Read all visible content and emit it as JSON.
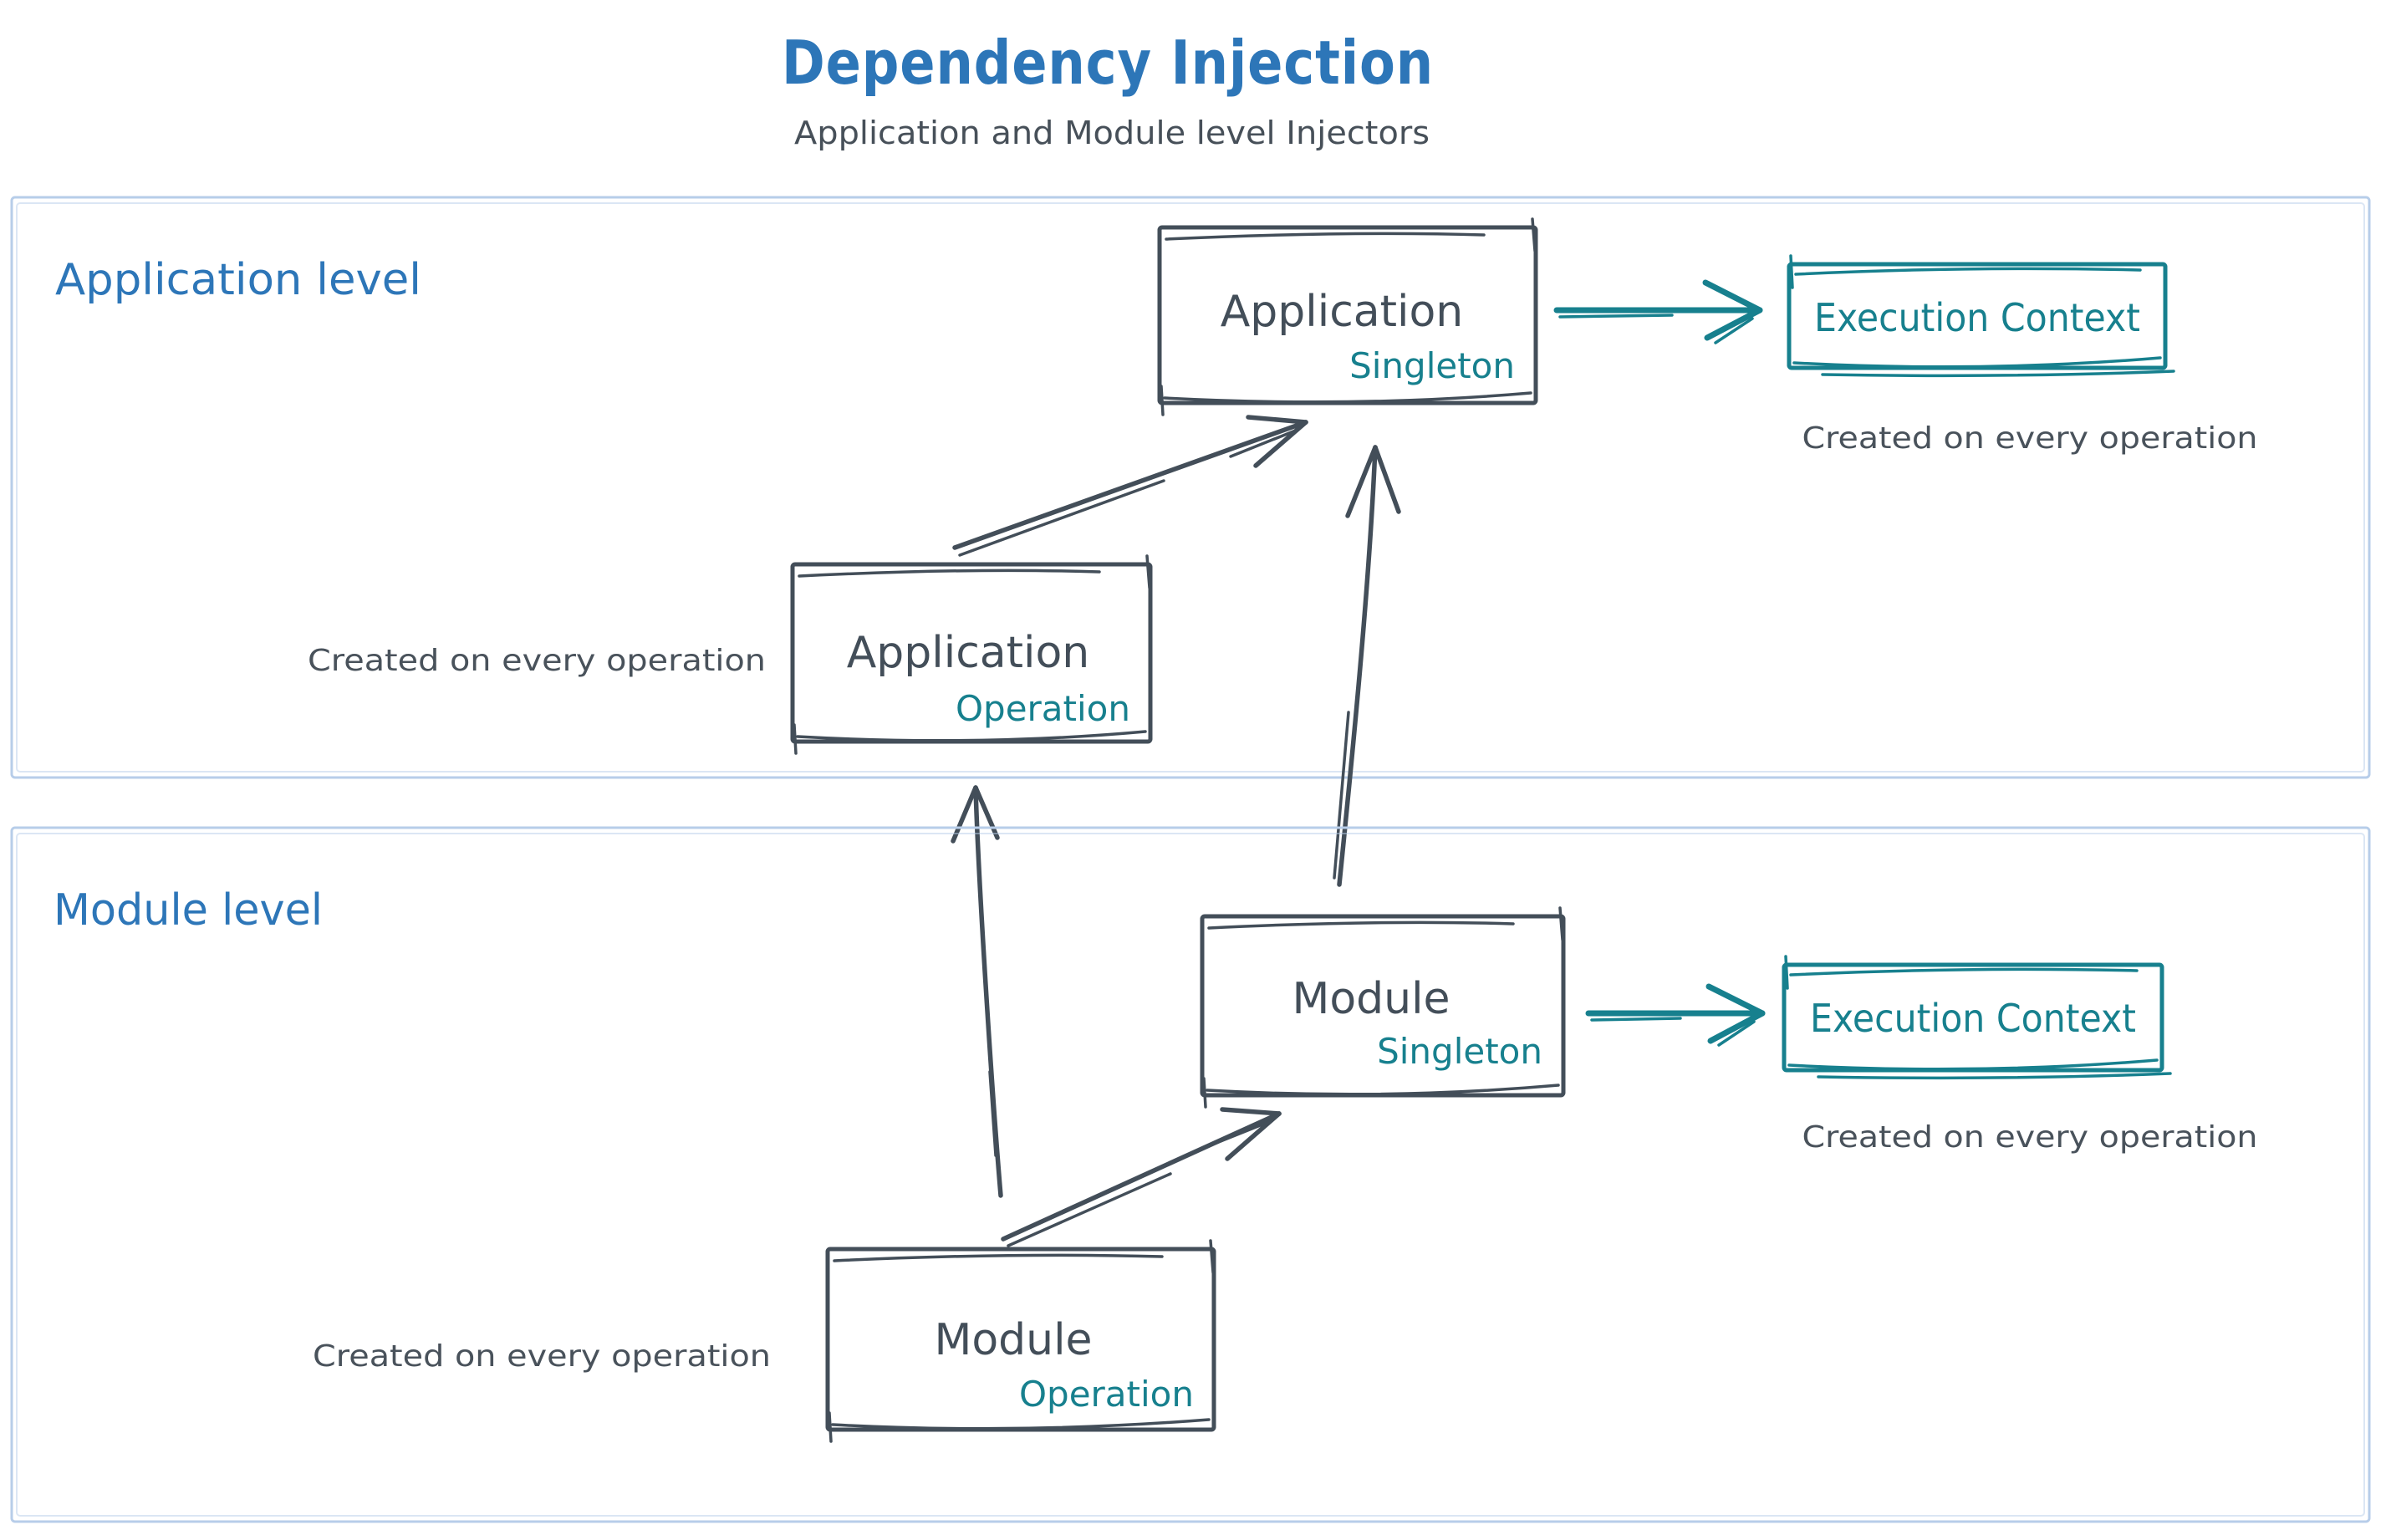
{
  "title": "Dependency Injection",
  "subtitle": "Application and Module level Injectors",
  "colors": {
    "title_blue": "#2d76b8",
    "ink_dark": "#434e59",
    "teal": "#17808e",
    "frame_light_blue": "#b7cde9",
    "caption_gray": "#49525b"
  },
  "application_level": {
    "label": "Application level",
    "singleton_box": {
      "name": "Application",
      "scope": "Singleton"
    },
    "operation_box": {
      "name": "Application",
      "scope": "Operation"
    },
    "operation_box_caption": "Created on every operation",
    "execution_context_box": {
      "label": "Execution Context"
    },
    "execution_context_caption": "Created on every operation"
  },
  "module_level": {
    "label": "Module level",
    "singleton_box": {
      "name": "Module",
      "scope": "Singleton"
    },
    "operation_box": {
      "name": "Module",
      "scope": "Operation"
    },
    "operation_box_caption": "Created on every operation",
    "execution_context_box": {
      "label": "Execution Context"
    },
    "execution_context_caption": "Created on every operation"
  }
}
